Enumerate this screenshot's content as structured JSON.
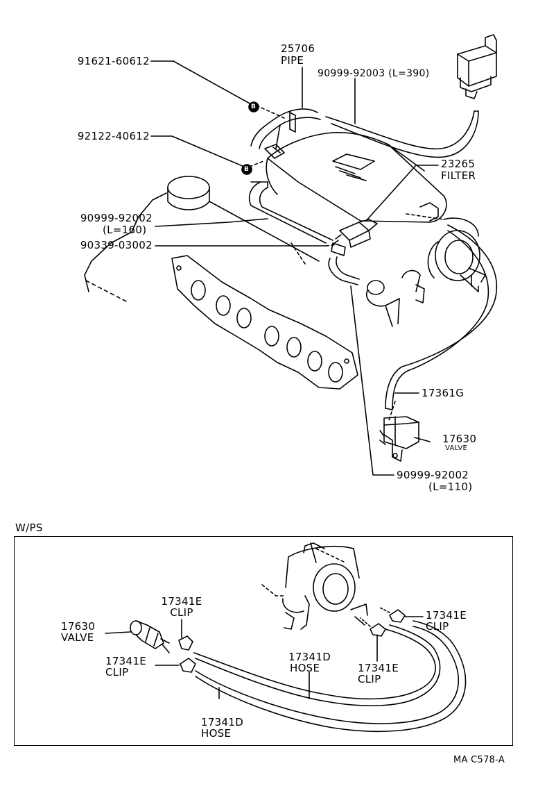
{
  "top": {
    "p91621": "91621-60612",
    "p25706": "25706",
    "pipe": "PIPE",
    "p90999_92003": "90999-92003 (L=390)",
    "p92122": "92122-40612",
    "p23265": "23265",
    "filter": "FILTER",
    "p90999_92002a": "90999-92002",
    "len160": "(L=160)",
    "p90339": "90339-03002",
    "p17361g": "17361G",
    "p17630": "17630",
    "valve": "VALVE",
    "p90999_92002b": "90999-92002",
    "len110": "(L=110)",
    "bolt_mark": "B"
  },
  "section": {
    "label": "W/PS"
  },
  "bottom": {
    "clip1_num": "17341E",
    "clip1_txt": "CLIP",
    "valve_num": "17630",
    "valve_txt": "VALVE",
    "clip2_num": "17341E",
    "clip2_txt": "CLIP",
    "hose1_num": "17341D",
    "hose1_txt": "HOSE",
    "clip3_num": "17341E",
    "clip3_txt": "CLIP",
    "clip4_num": "17341E",
    "clip4_txt": "CLIP",
    "hose2_num": "17341D",
    "hose2_txt": "HOSE"
  },
  "footer": {
    "code": "MA C578-A"
  }
}
